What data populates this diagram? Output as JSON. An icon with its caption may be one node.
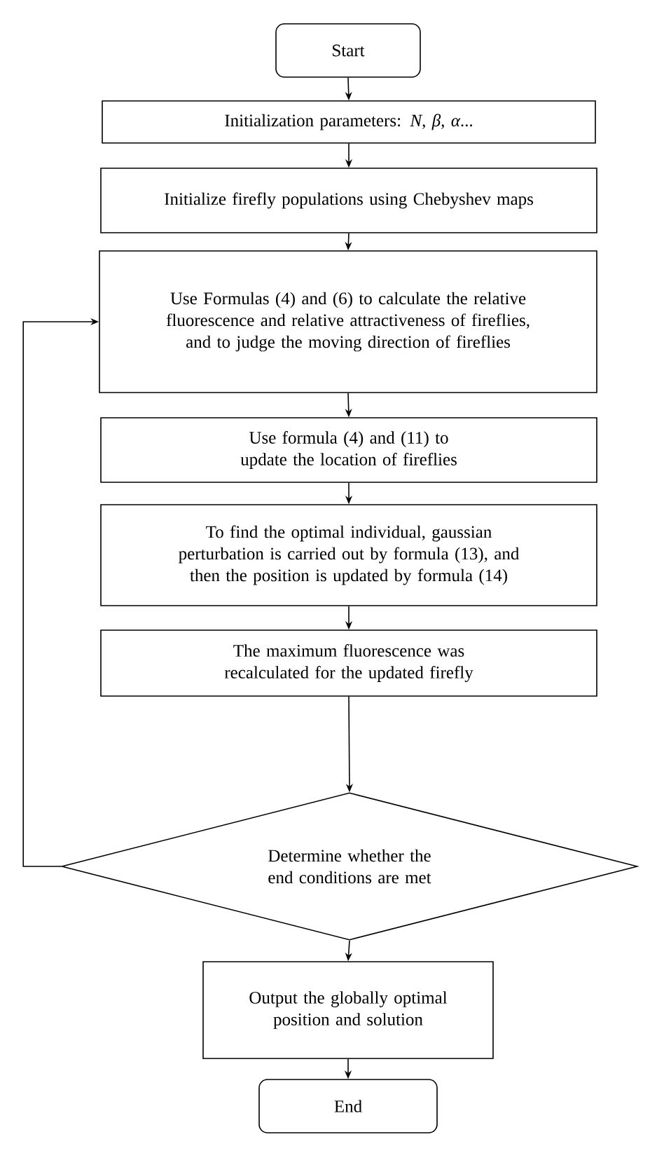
{
  "diagram": {
    "nodes": [
      {
        "text": [
          "Start"
        ]
      },
      {
        "text": [
          "Initialization parameters: *N*, *β*, *α*..."
        ]
      },
      {
        "text": [
          "Initialize firefly populations using Chebyshev maps"
        ]
      },
      {
        "text": [
          "Use Formulas (4) and (6) to calculate the relative fluorescence and relative attractiveness of fireflies, and to judge the moving direction of fireflies"
        ]
      },
      {
        "text": [
          "Use formula (4) and (11) to update the location of fireflies"
        ]
      },
      {
        "text": [
          "To find the optimal individual, gaussian perturbation is carried out by formula (13), and then the position is updated by formula (14)"
        ]
      },
      {
        "text": [
          "The maximum fluorescence was recalculated for the updated firefly"
        ]
      },
      {
        "text": [
          "Determine whether the end conditions are met"
        ]
      },
      {
        "text": [
          "Output the globally optimal position and solution"
        ]
      },
      {
        "text": [
          "End"
        ]
      }
    ],
    "edges": [
      {
        "from": 0,
        "to": 1,
        "arrow": "to"
      },
      {
        "from": 1,
        "to": 2,
        "arrow": "to"
      },
      {
        "from": 2,
        "to": 3,
        "arrow": "to"
      },
      {
        "from": 3,
        "to": 4,
        "arrow": "to"
      },
      {
        "from": 4,
        "to": 5,
        "arrow": "to"
      },
      {
        "from": 5,
        "to": 6,
        "arrow": "to"
      },
      {
        "from": 6,
        "to": 7,
        "arrow": "to"
      },
      {
        "from": 7,
        "to": 8,
        "arrow": "to"
      },
      {
        "from": 8,
        "to": 9,
        "arrow": "to"
      },
      {
        "from": 7,
        "to": 3,
        "arrow": "to"
      }
    ]
  }
}
